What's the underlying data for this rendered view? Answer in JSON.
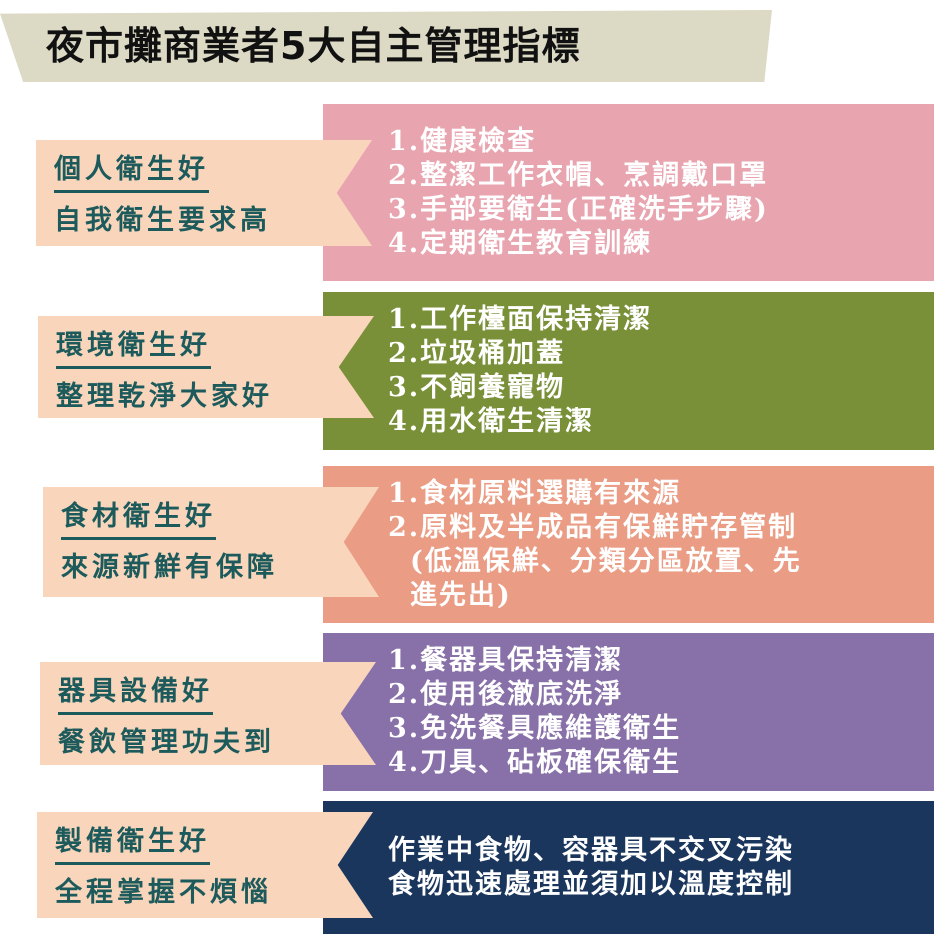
{
  "title": "夜市攤商業者5大自主管理指標",
  "colors": {
    "title_bg": "#dcd9c4",
    "label_bg": "#f9d6bb",
    "label_text": "#1d5a5c",
    "pink": "#e8a5b0",
    "green": "#7a9038",
    "salmon": "#ea9d84",
    "purple": "#8870a8",
    "navy": "#1a365c"
  },
  "sections": [
    {
      "heading": "個人衛生好",
      "subheading": "自我衛生要求高",
      "items": [
        "1.健康檢查",
        "2.整潔工作衣帽、烹調戴口罩",
        "3.手部要衛生(正確洗手步驟)",
        "4.定期衛生教育訓練"
      ]
    },
    {
      "heading": "環境衛生好",
      "subheading": "整理乾淨大家好",
      "items": [
        "1.工作檯面保持清潔",
        "2.垃圾桶加蓋",
        "3.不飼養寵物",
        "4.用水衛生清潔"
      ]
    },
    {
      "heading": "食材衛生好",
      "subheading": "來源新鮮有保障",
      "items": [
        "1.食材原料選購有來源",
        "2.原料及半成品有保鮮貯存管制",
        "(低溫保鮮、分類分區放置、先",
        "進先出)"
      ]
    },
    {
      "heading": "器具設備好",
      "subheading": "餐飲管理功夫到",
      "items": [
        "1.餐器具保持清潔",
        "2.使用後澈底洗淨",
        "3.免洗餐具應維護衛生",
        "4.刀具、砧板確保衛生"
      ]
    },
    {
      "heading": "製備衛生好",
      "subheading": "全程掌握不煩惱",
      "items": [
        "作業中食物、容器具不交叉污染",
        "食物迅速處理並須加以溫度控制"
      ]
    }
  ]
}
